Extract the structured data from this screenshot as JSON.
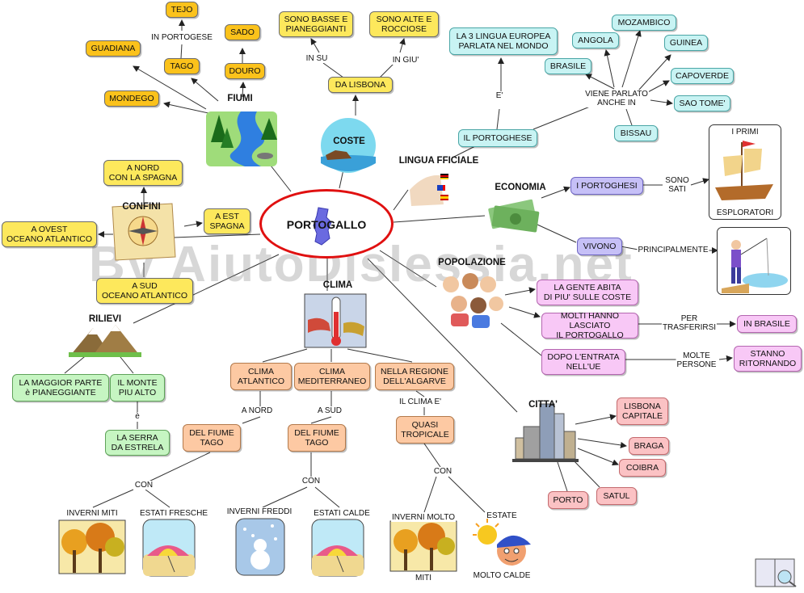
{
  "center": "PORTOGALLO",
  "watermark": "By AiutoDislessia.net",
  "titles": {
    "fiumi": "FIUMI",
    "coste": "COSTE",
    "lingua": "LINGUA FFICIALE",
    "economia": "ECONOMIA",
    "confini": "CONFINI",
    "popolazione": "POPOLAZIONE",
    "clima": "CLIMA",
    "rilievi": "RILIEVI",
    "citta": "CITTA'"
  },
  "fiumi": {
    "tejo": "TEJO",
    "in_portogese": "IN PORTOGESE",
    "sado": "SADO",
    "guadiana": "GUADIANA",
    "tago": "TAGO",
    "douro": "DOURO",
    "mondego": "MONDEGO"
  },
  "coste": {
    "basse": "SONO BASSE E\nPIANEGGIANTI",
    "alte": "SONO ALTE E\nROCCIOSE",
    "in_su": "IN SU",
    "in_giu": "IN GIU'",
    "da_lisbona": "DA LISBONA"
  },
  "lingua": {
    "terza": "LA 3 LINGUA EUROPEA\nPARLATA NEL MONDO",
    "e": "E'",
    "portoghese": "IL PORTOGHESE",
    "parlato": "VIENE PARLATO\nANCHE IN",
    "paesi": [
      "MOZAMBICO",
      "ANGOLA",
      "GUINEA",
      "BRASILE",
      "CAPOVERDE",
      "SAO TOME'",
      "BISSAU"
    ]
  },
  "economia": {
    "portoghesi": "I PORTOGHESI",
    "sono_stati": "SONO\nSATI",
    "esploratori_top": "I PRIMI",
    "esploratori_bottom": "ESPLORATORI",
    "vivono": "VIVONO",
    "principalmente": "PRINCIPALMENTE"
  },
  "confini": {
    "nord": "A NORD\nCON LA SPAGNA",
    "est": "A EST\nSPAGNA",
    "ovest": "A OVEST\nOCEANO ATLANTICO",
    "sud": "A SUD\nOCEANO ATLANTICO"
  },
  "popolazione": {
    "coste": "LA GENTE ABITA\nDI PIU' SULLE COSTE",
    "lasciato": "MOLTI HANNO LASCIATO\nIL PORTOGALLO",
    "per_trasferirsi": "PER\nTRASFERIRSI",
    "brasile": "IN BRASILE",
    "entrata": "DOPO L'ENTRATA\nNELL'UE",
    "molte_persone": "MOLTE\nPERSONE",
    "ritornando": "STANNO\nRITORNANDO"
  },
  "rilievi": {
    "pianeggiante": "LA MAGGIOR PARTE\nè PIANEGGIANTE",
    "monte": "IL MONTE\nPIU ALTO",
    "e": "è",
    "serra": "LA SERRA\nDA ESTRELA"
  },
  "clima": {
    "atlantico": "CLIMA\nATLANTICO",
    "mediterraneo": "CLIMA\nMEDITERRANEO",
    "algarve": "NELLA REGIONE\nDELL'ALGARVE",
    "a_nord": "A NORD",
    "a_sud": "A SUD",
    "il_clima_e": "IL CLIMA E'",
    "fiume_tago": "DEL FIUME\nTAGO",
    "quasi_tropicale": "QUASI\nTROPICALE",
    "con": "CON",
    "inverni_miti": "INVERNI MITI",
    "estati_fresche": "ESTATI FRESCHE",
    "inverni_freddi": "INVERNI FREDDI",
    "estati_calde": "ESTATI  CALDE",
    "inverni_molto": "INVERNI MOLTO",
    "miti": "MITI",
    "estate": "ESTATE",
    "molto_calde": "MOLTO CALDE"
  },
  "citta": {
    "lisbona": "LISBONA\nCAPITALE",
    "braga": "BRAGA",
    "coibra": "COIBRA",
    "satul": "SATUL",
    "porto": "PORTO"
  }
}
